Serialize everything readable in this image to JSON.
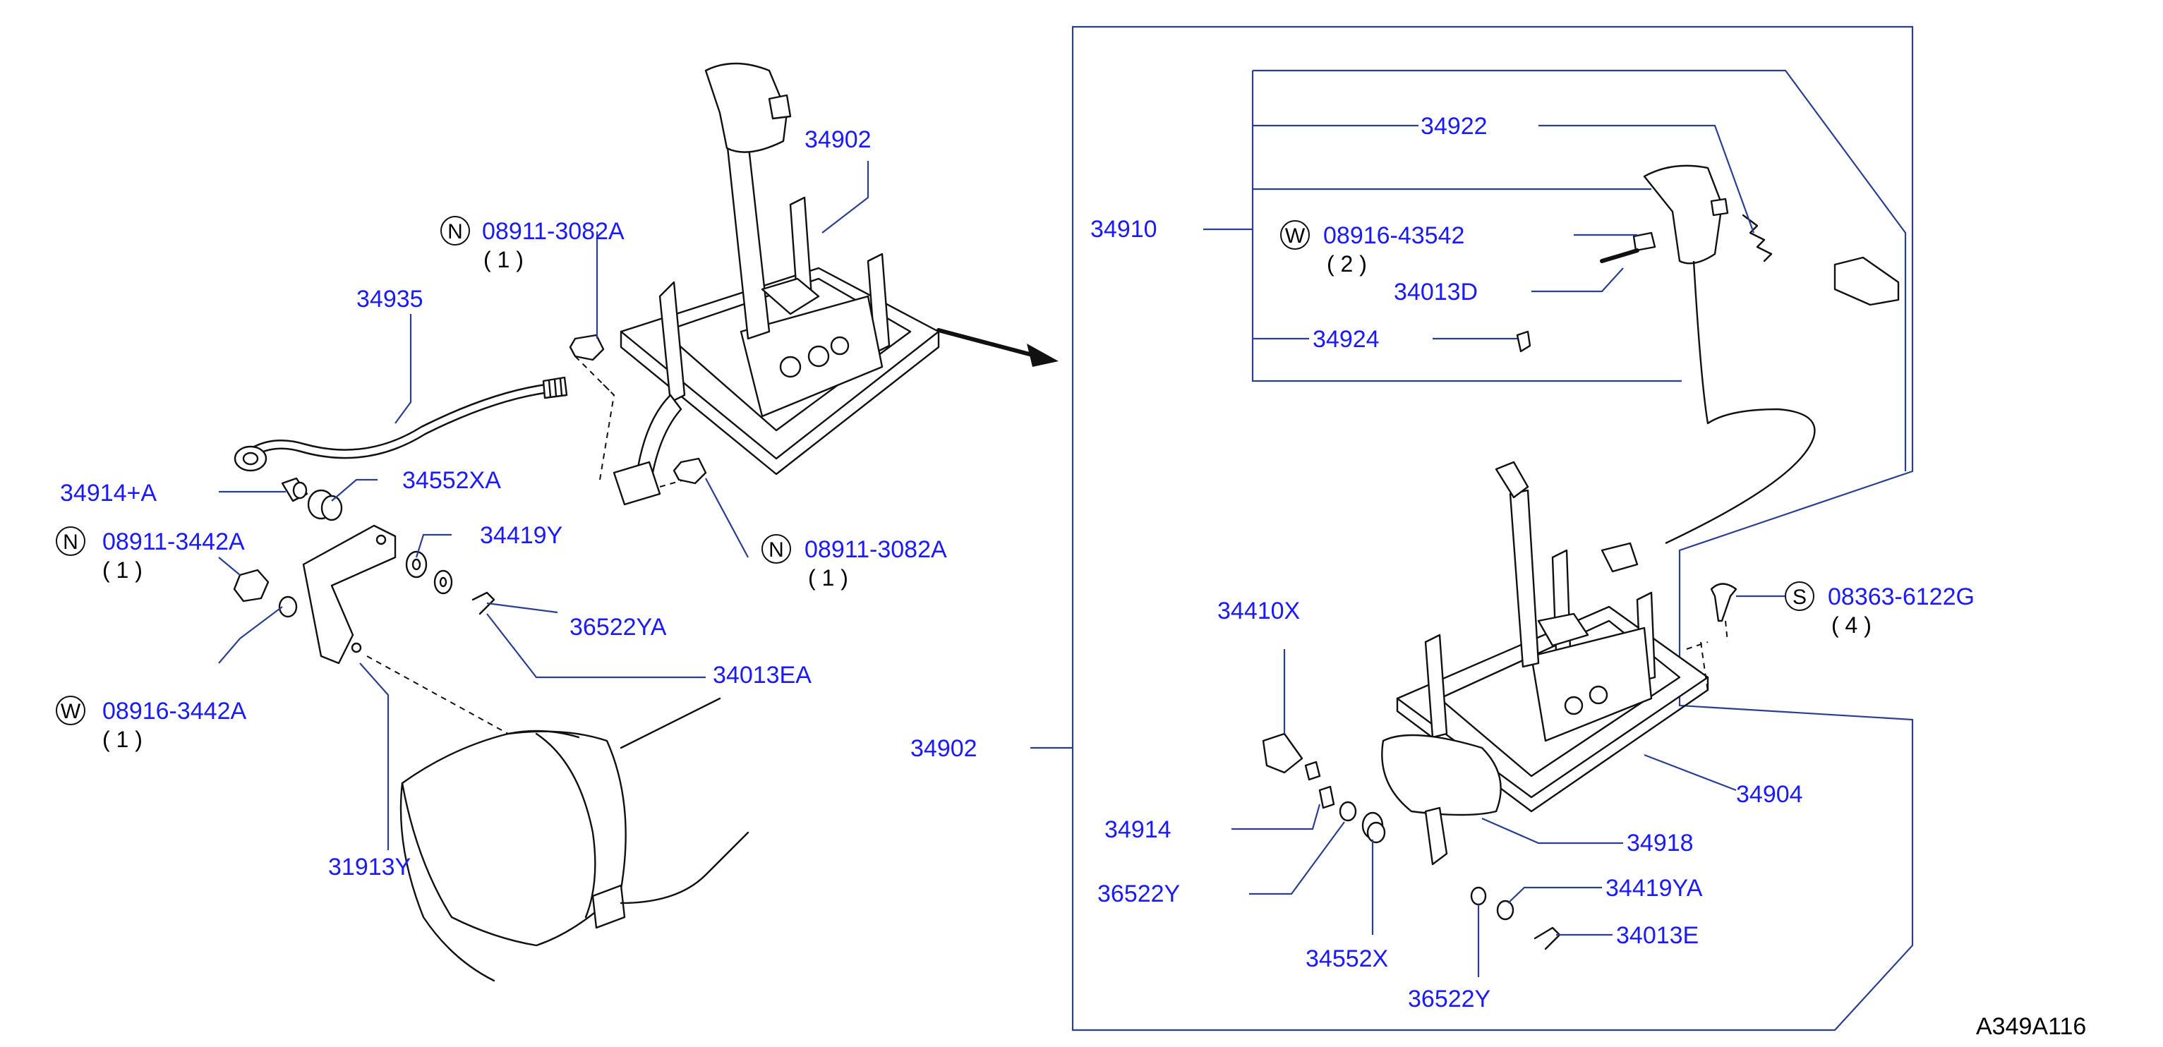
{
  "parts": {
    "lever_left": "34902",
    "nut_left_top": "08911-3082A",
    "nut_left_top_qty": "( 1 )",
    "rod": "34935",
    "bushing_left": "34914+A",
    "insulator_left": "34552XA",
    "nut_left": "08911-3442A",
    "nut_left_qty": "( 1 )",
    "washer_left": "34419Y",
    "washer2_left": "36522YA",
    "pin_left": "34013EA",
    "nut_right_left": "08911-3082A",
    "nut_right_left_qty": "( 1 )",
    "lockwasher_left": "08916-3442A",
    "lockwasher_left_qty": "( 1 )",
    "bracket": "31913Y",
    "knob_asm": "34910",
    "knob": "34922",
    "washer_knob": "08916-43542",
    "washer_knob_qty": "( 2 )",
    "screw_knob": "34013D",
    "clip": "34924",
    "lever_right": "34902",
    "pin_right": "34410X",
    "bushing_right": "34914",
    "washer_right": "36522Y",
    "insulator_right": "34552X",
    "washer_right2": "36522Y",
    "washer_right3": "34419YA",
    "pin_right2": "34013E",
    "bracket_right": "34918",
    "base": "34904",
    "screw": "08363-6122G",
    "screw_qty": "( 4 )"
  },
  "circle_letters": {
    "n1": "N",
    "n2": "N",
    "n3": "N",
    "w1": "W",
    "w2": "W",
    "s1": "S"
  },
  "diagram_code": "A349A116",
  "colors": {
    "part_number": "#1a1aff",
    "leader": "#2a3f8f",
    "drawing": "#111111"
  }
}
